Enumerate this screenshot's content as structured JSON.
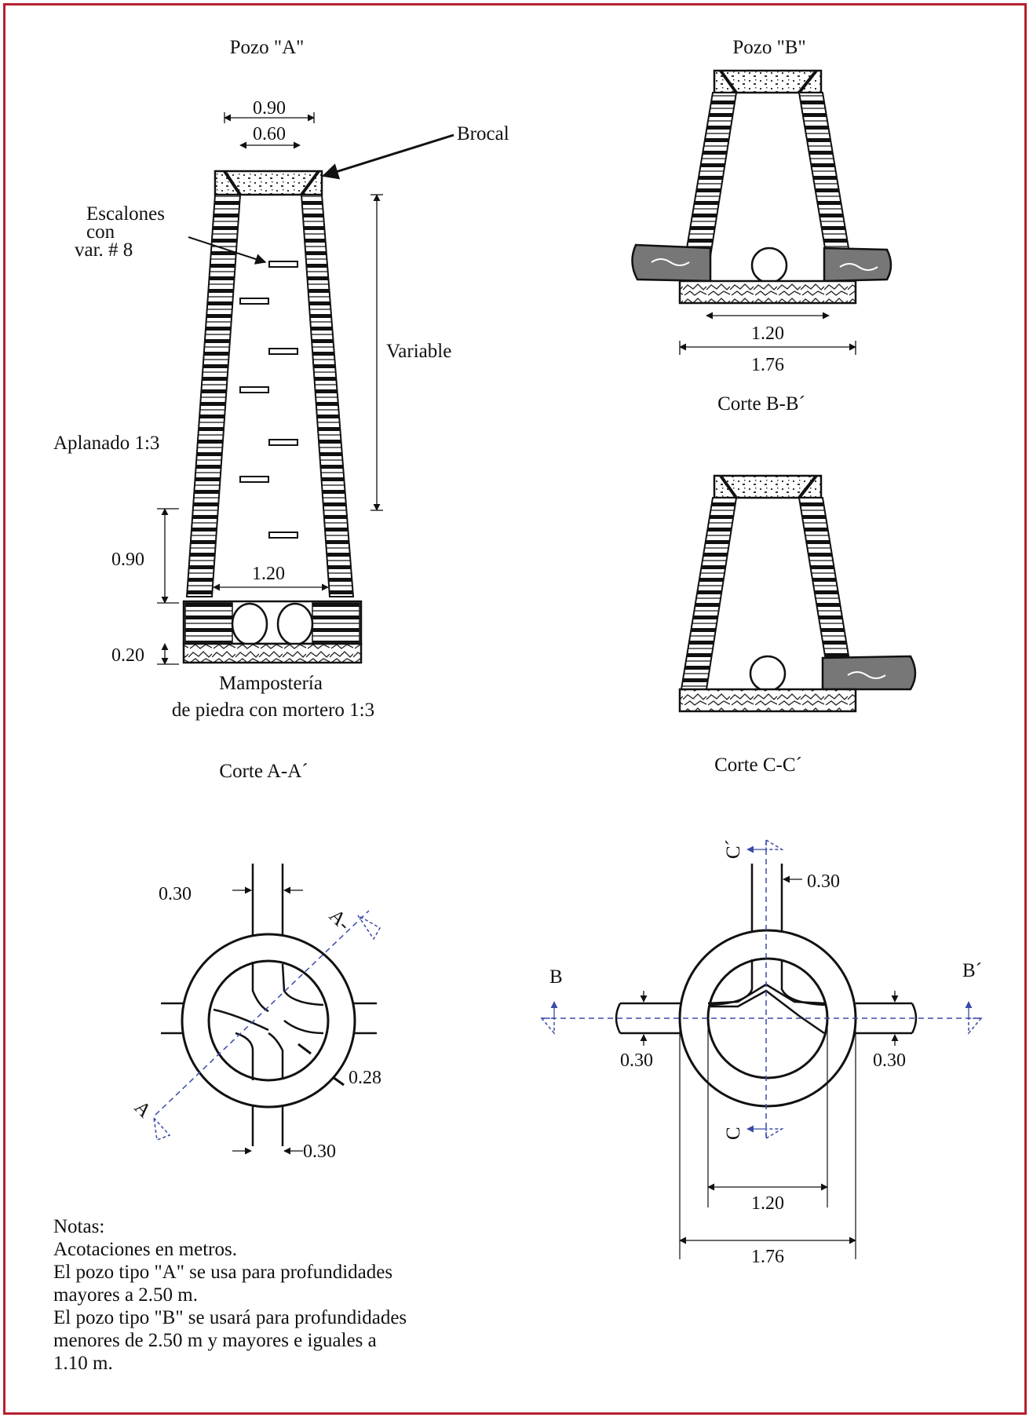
{
  "colors": {
    "frame": "#b5202e",
    "ink": "#111111",
    "axis": "#3a4aa8"
  },
  "pozo_a": {
    "title": "Pozo \"A\"",
    "dim_top_outer": "0.90",
    "dim_top_inner": "0.60",
    "brocal": "Brocal",
    "escalones": [
      "Escalones",
      "con",
      "var. # 8"
    ],
    "variable": "Variable",
    "aplanado": "Aplanado 1:3",
    "dim_height": "0.90",
    "dim_base": "1.20",
    "dim_slab": "0.20",
    "mamposteria": [
      "Mampostería",
      "de piedra con mortero 1:3"
    ],
    "section": "Corte A-A´"
  },
  "pozo_b": {
    "title": "Pozo \"B\"",
    "dim_inner": "1.20",
    "dim_outer": "1.76",
    "section": "Corte B-B´"
  },
  "pozo_c": {
    "section": "Corte C-C´"
  },
  "plan_a": {
    "wall": "0.30",
    "ring": "0.28",
    "pipe": "0.30",
    "cut": "A",
    "cut_prime": "A-"
  },
  "plan_b": {
    "pipe_top": "0.30",
    "pipe_left": "0.30",
    "pipe_right": "0.30",
    "inner": "1.20",
    "outer": "1.76",
    "b": "B",
    "b_prime": "B´",
    "c": "C",
    "c_prime": "C´"
  },
  "notes": {
    "lines": [
      "Notas:",
      "Acotaciones en metros.",
      "El pozo tipo \"A\"  se usa para profundidades",
      "mayores a 2.50 m.",
      "El pozo tipo \"B\" se usará para profundidades",
      "menores de 2.50 m y mayores e iguales a",
      "1.10 m."
    ]
  }
}
